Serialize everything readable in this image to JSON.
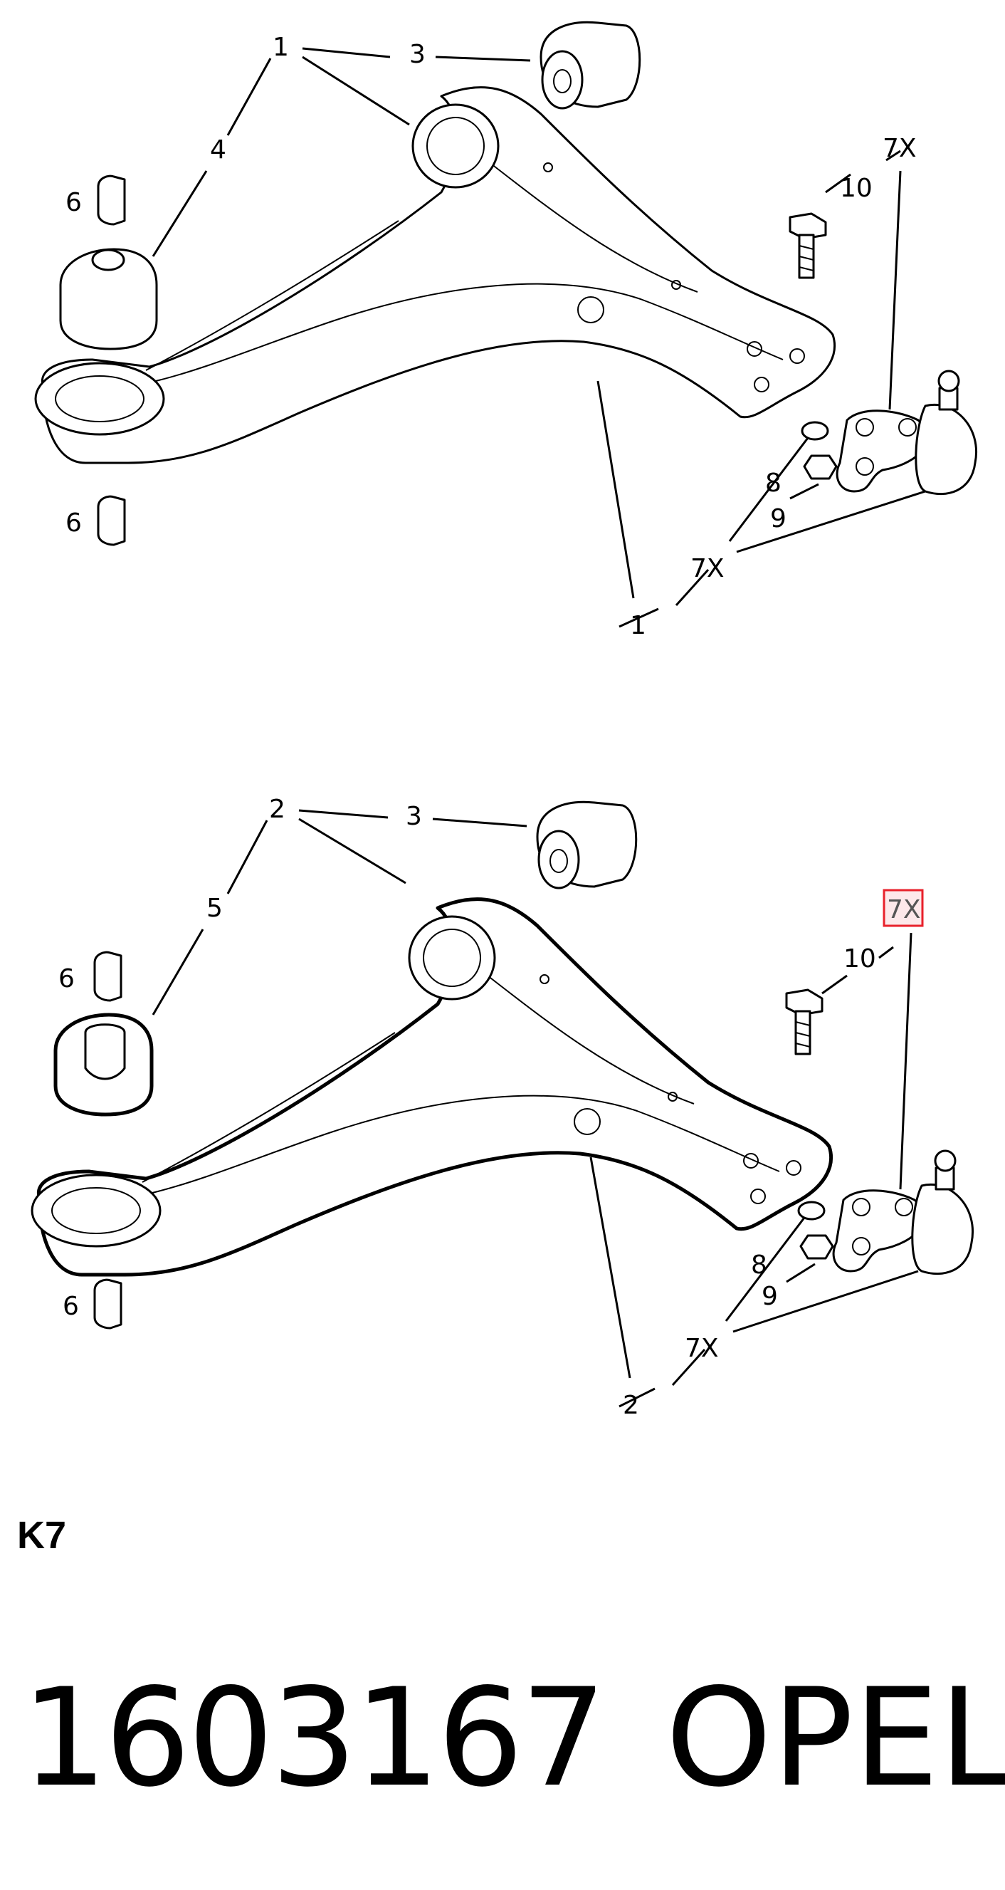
{
  "diagram": {
    "upper_assembly": {
      "callouts": {
        "arm_top": "1",
        "arm_bottom": "1",
        "rear_bush": "3",
        "front_bush": "4",
        "sleeve_top": "6",
        "sleeve_bottom": "6",
        "washer": "8",
        "nut": "9",
        "bolt": "10",
        "kit_top": "7X",
        "kit_bottom": "7X"
      }
    },
    "lower_assembly": {
      "callouts": {
        "arm_top": "2",
        "arm_bottom": "2",
        "rear_bush": "3",
        "front_bush": "5",
        "sleeve_top": "6",
        "sleeve_bottom": "6",
        "washer": "8",
        "nut": "9",
        "bolt": "10",
        "kit_top_highlighted": "7X",
        "kit_bottom": "7X"
      },
      "highlight_color": "#e8212b"
    }
  },
  "sheet_code": "K7",
  "part_number": "1603167",
  "brand": "OPEL"
}
